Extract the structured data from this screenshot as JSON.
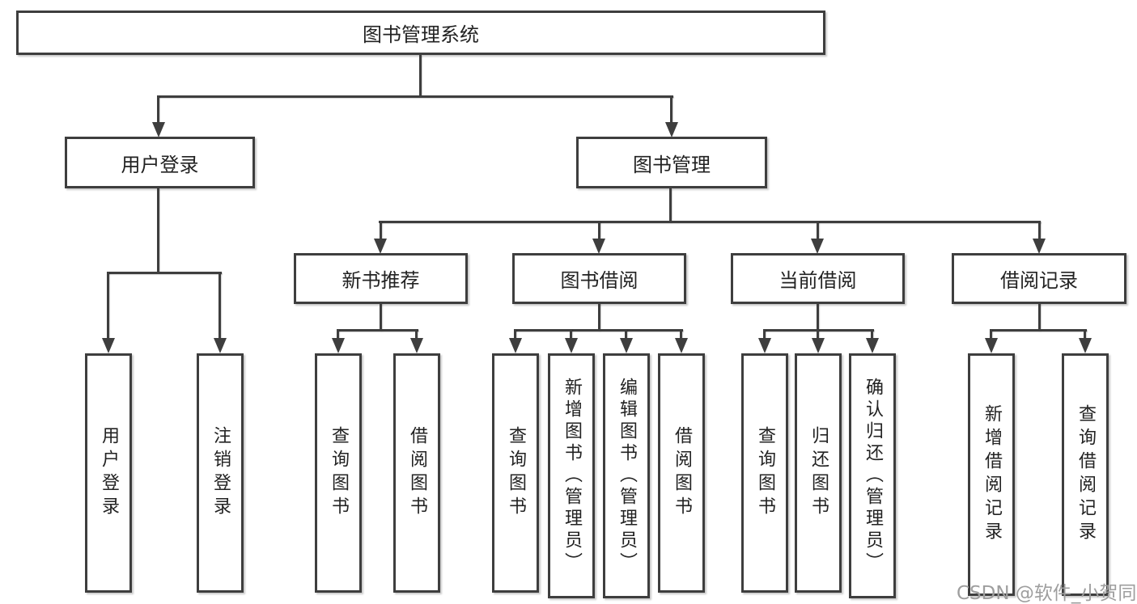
{
  "tree": {
    "root": {
      "label": "图书管理系统"
    },
    "branches": [
      {
        "label": "用户登录",
        "children": [
          {
            "label": "用户登录"
          },
          {
            "label": "注销登录"
          }
        ]
      },
      {
        "label": "图书管理",
        "groups": [
          {
            "label": "新书推荐",
            "children": [
              {
                "label": "查询图书"
              },
              {
                "label": "借阅图书"
              }
            ]
          },
          {
            "label": "图书借阅",
            "children": [
              {
                "label": "查询图书"
              },
              {
                "label": "新增图书（管理员）"
              },
              {
                "label": "编辑图书（管理员）"
              },
              {
                "label": "借阅图书"
              }
            ]
          },
          {
            "label": "当前借阅",
            "children": [
              {
                "label": "查询图书"
              },
              {
                "label": "归还图书"
              },
              {
                "label": "确认归还（管理员）"
              }
            ]
          },
          {
            "label": "借阅记录",
            "children": [
              {
                "label": "新增借阅记录"
              },
              {
                "label": "查询借阅记录"
              }
            ]
          }
        ]
      }
    ]
  },
  "watermark": {
    "text": "CSDN @软件_小贺同学"
  },
  "colors": {
    "line": "#3e3e3e",
    "text": "#222222",
    "watermark": "#9e9e9e",
    "background": "#ffffff"
  }
}
